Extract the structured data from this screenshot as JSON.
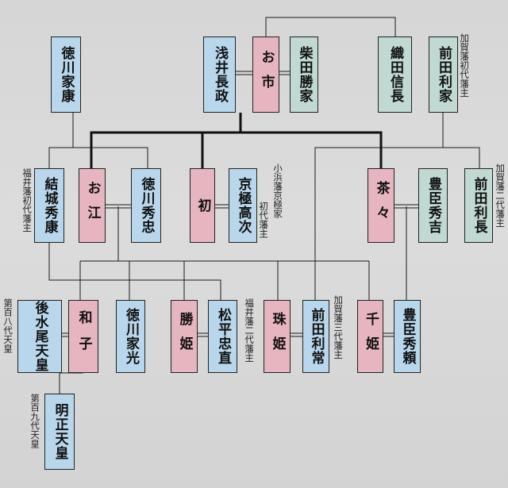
{
  "people": {
    "tokugawa_ieyasu": "徳川家康",
    "azai_nagamasa": "浅井長政",
    "oichi": "お市",
    "shibata_katsuie": "柴田勝家",
    "oda_nobunaga": "織田信長",
    "maeda_toshiie": "前田利家",
    "yuki_hideyasu": "結城秀康",
    "ogo": "お江",
    "tokugawa_hidetada": "徳川秀忠",
    "hatsu": "初",
    "kyogoku_takatsugu": "京極高次",
    "chacha": "茶々",
    "toyotomi_hideyoshi": "豊臣秀吉",
    "maeda_toshinaga": "前田利長",
    "gomizunoo_tenno": "後水尾天皇",
    "kazuko": "和子",
    "tokugawa_iemitsu": "徳川家光",
    "katsuhime": "勝姫",
    "matsudaira_tadanao": "松平忠直",
    "tamahime": "珠姫",
    "maeda_toshitsune": "前田利常",
    "senhime": "千姫",
    "toyotomi_hideyori": "豊臣秀頼",
    "meisho_tenno": "明正天皇"
  },
  "notes": {
    "kaga_1": "加賀藩初代藩主",
    "kaga_2": "加賀藩二代藩主",
    "kaga_3": "加賀藩三代藩主",
    "fukui_1": "福井藩初代藩主",
    "fukui_2": "福井藩二代藩主",
    "obama_1a": "小浜藩京極家",
    "obama_1b": "初代藩主",
    "emperor_108": "第百八代天皇",
    "emperor_109": "第百九代天皇"
  },
  "colors": {
    "male": "#b8d7ec",
    "female": "#e6b5c0",
    "other_male": "#c0d9d2",
    "line": "#1a1a1a"
  }
}
